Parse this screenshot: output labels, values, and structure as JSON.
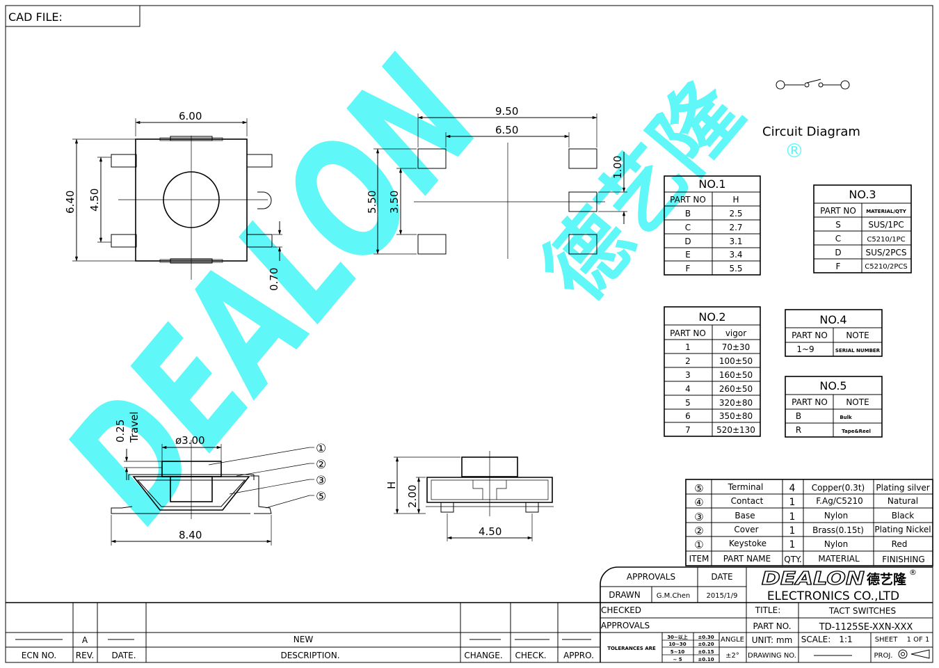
{
  "cad_file_label": "CAD FILE:",
  "circuit_diagram_label": "Circuit Diagram",
  "registered_mark": "®",
  "brand": {
    "wordmark": "DEALON",
    "cn": "德艺隆",
    "watermark_color": "#5ff7f7",
    "logo_color": "#000000"
  },
  "dims": {
    "top_width": "6.00",
    "top_height": "6.40",
    "top_inner_height": "4.50",
    "top_pin_pitch": "0.70",
    "pad_outer_width": "9.50",
    "pad_inner_width": "6.50",
    "pad_outer_height": "5.50",
    "pad_inner_height": "3.50",
    "pad_size": "1.00",
    "travel_label": "Travel",
    "travel_value": "0.25",
    "button_dia": "ø3.00",
    "side_length": "8.40",
    "front_h_label": "H",
    "front_height": "2.00",
    "front_width": "4.50"
  },
  "callouts": [
    "①",
    "②",
    "③",
    "⑤"
  ],
  "table_no1": {
    "title": "NO.1",
    "headers": [
      "PART NO",
      "H"
    ],
    "rows": [
      [
        "B",
        "2.5"
      ],
      [
        "C",
        "2.7"
      ],
      [
        "D",
        "3.1"
      ],
      [
        "E",
        "3.4"
      ],
      [
        "F",
        "5.5"
      ]
    ]
  },
  "table_no2": {
    "title": "NO.2",
    "headers": [
      "PART NO",
      "vigor"
    ],
    "rows": [
      [
        "1",
        "70±30"
      ],
      [
        "2",
        "100±50"
      ],
      [
        "3",
        "160±50"
      ],
      [
        "4",
        "260±50"
      ],
      [
        "5",
        "320±80"
      ],
      [
        "6",
        "350±80"
      ],
      [
        "7",
        "520±130"
      ]
    ]
  },
  "table_no3": {
    "title": "NO.3",
    "headers": [
      "PART NO",
      "MATERIAL/QTY"
    ],
    "rows": [
      [
        "S",
        "SUS/1PC"
      ],
      [
        "C",
        "C5210/1PC"
      ],
      [
        "D",
        "SUS/2PCS"
      ],
      [
        "F",
        "C5210/2PCS"
      ]
    ]
  },
  "table_no4": {
    "title": "NO.4",
    "headers": [
      "PART NO",
      "NOTE"
    ],
    "rows": [
      [
        "1~9",
        "SERIAL NUMBER"
      ]
    ]
  },
  "table_no5": {
    "title": "NO.5",
    "headers": [
      "PART NO",
      "NOTE"
    ],
    "rows": [
      [
        "B",
        "Bulk"
      ],
      [
        "R",
        "Tape&Reel"
      ]
    ]
  },
  "bom": {
    "rows": [
      [
        "⑤",
        "Terminal",
        "4",
        "Copper(0.3t)",
        "Plating silver"
      ],
      [
        "④",
        "Contact",
        "1",
        "F.Ag/C5210",
        "Natural"
      ],
      [
        "③",
        "Base",
        "1",
        "Nylon",
        "Black"
      ],
      [
        "②",
        "Cover",
        "1",
        "Brass(0.15t)",
        "Plating Nickel"
      ],
      [
        "①",
        "Keystoke",
        "1",
        "Nylon",
        "Red"
      ]
    ],
    "headers": [
      "ITEM",
      "PART NAME",
      "QTY.",
      "MATERIAL",
      "FINISHING"
    ]
  },
  "title_block": {
    "approvals": "APPROVALS",
    "date": "DATE",
    "drawn": "DRAWN",
    "drawn_by": "G.M.Chen",
    "drawn_date": "2015/1/9",
    "checked": "CHECKED",
    "approvals2": "APPROVALS",
    "company": "ELECTRONICS CO.,LTD",
    "title_label": "TITLE:",
    "title_value": "TACT SWITCHES",
    "part_no_label": "PART NO.",
    "part_no_value": "TD-1125SE-XXN-XXX",
    "tolerances_label": "TOLERANCES ARE",
    "tol_rows": [
      [
        "30~以上",
        "±0.30"
      ],
      [
        "10~30",
        "±0.20"
      ],
      [
        "5~10",
        "±0.15"
      ],
      [
        "~ 5",
        "±0.10"
      ]
    ],
    "angle_label": "ANGLE",
    "angle_value": "±2°",
    "unit_label": "UNIT: mm",
    "scale_label": "SCALE:",
    "scale_value": "1:1",
    "sheet_label": "SHEET",
    "sheet_value": "1 OF 1",
    "drawing_no_label": "DRAWING NO.",
    "proj_label": "PROJ."
  },
  "revision": {
    "rev_value": "A",
    "description_value": "NEW",
    "headers": [
      "ECN NO.",
      "REV.",
      "DATE.",
      "DESCRIPTION.",
      "CHANGE.",
      "CHECK.",
      "APPRO."
    ]
  }
}
